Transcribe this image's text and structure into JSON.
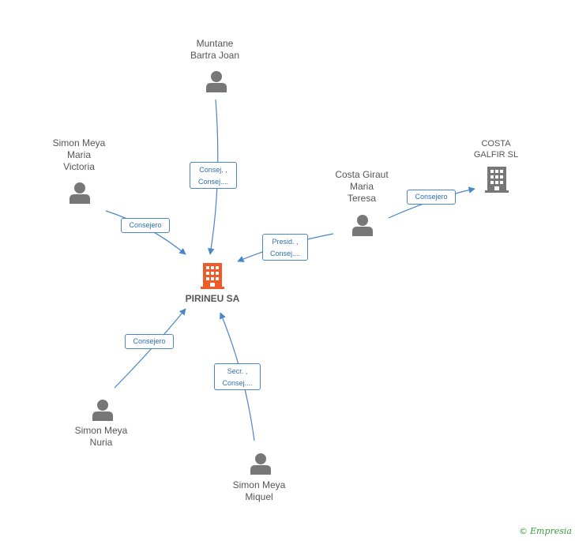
{
  "central": {
    "label": "PIRINEU SA",
    "icon": "building-icon",
    "color": "#f05a28"
  },
  "people": [
    {
      "id": "muntane",
      "label": "Muntane\nBartra Joan",
      "icon": "person-icon"
    },
    {
      "id": "victoria",
      "label": "Simon Meya\nMaria\nVictoria",
      "icon": "person-icon"
    },
    {
      "id": "teresa",
      "label": "Costa Giraut\nMaria\nTeresa",
      "icon": "person-icon"
    },
    {
      "id": "nuria",
      "label": "Simon Meya\nNuria",
      "icon": "person-icon"
    },
    {
      "id": "miquel",
      "label": "Simon Meya\nMiquel",
      "icon": "person-icon"
    }
  ],
  "companies": [
    {
      "id": "costa",
      "label": "COSTA\nGALFIR  SL",
      "icon": "building-icon",
      "color": "#777777"
    }
  ],
  "edges": [
    {
      "from": "muntane",
      "to": "central",
      "label": "Consej. ,\nConsej...."
    },
    {
      "from": "victoria",
      "to": "central",
      "label": "Consejero"
    },
    {
      "from": "teresa",
      "to": "central",
      "label": "Presid. ,\nConsej...."
    },
    {
      "from": "teresa",
      "to": "costa",
      "label": "Consejero"
    },
    {
      "from": "nuria",
      "to": "central",
      "label": "Consejero"
    },
    {
      "from": "miquel",
      "to": "central",
      "label": "Secr. ,\nConsej...."
    }
  ],
  "colors": {
    "edge": "#4a86c8",
    "node": "#777777"
  },
  "watermark": {
    "symbol": "©",
    "text": "Empresia"
  }
}
